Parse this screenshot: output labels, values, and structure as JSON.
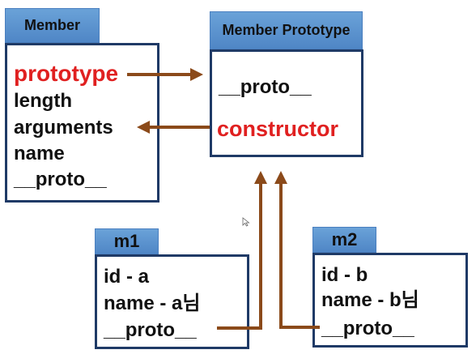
{
  "member": {
    "title": "Member",
    "lines": [
      "prototype",
      "length",
      "arguments",
      "name",
      "__proto__"
    ]
  },
  "member_prototype": {
    "title": "Member Prototype",
    "lines": [
      "__proto__",
      "constructor"
    ]
  },
  "m1": {
    "title": "m1",
    "lines": [
      "id - a",
      "name - a님",
      "__proto__"
    ]
  },
  "m2": {
    "title": "m2",
    "lines": [
      "id - b",
      "name - b님",
      "__proto__"
    ]
  },
  "colors": {
    "tab_blue": "#5b93d0",
    "box_border": "#1f3a66",
    "highlight_red": "#e02020",
    "arrow_brown": "#8b4a1a"
  }
}
